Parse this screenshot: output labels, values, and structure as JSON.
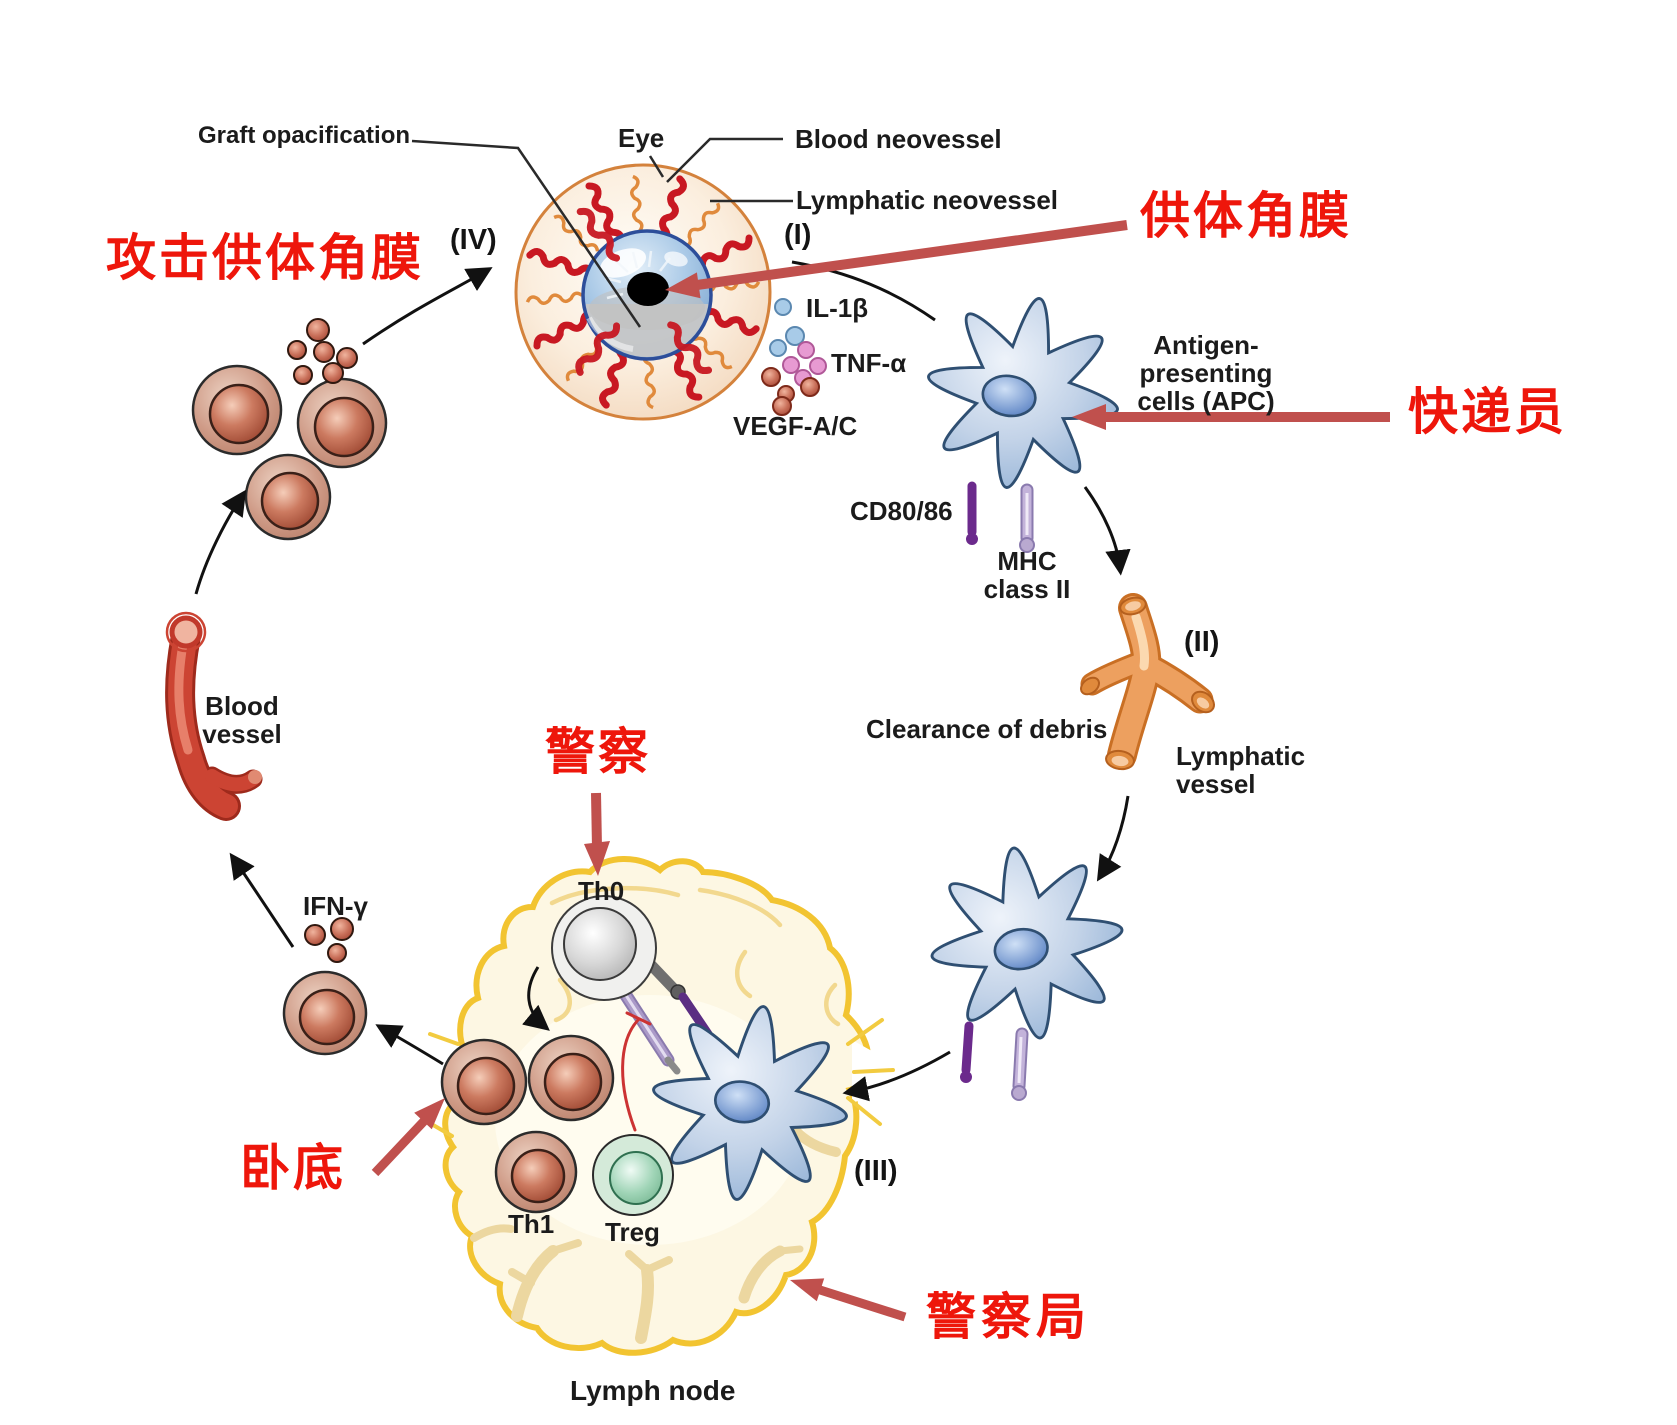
{
  "figure": {
    "type": "immunology corneal graft rejection cycle diagram with Chinese teaching annotations"
  },
  "colors": {
    "chinese_annotation_red": "#ee160b",
    "annotation_arrow_red": "#c0504d",
    "label_black": "#1b1b1b",
    "blood_vessel_red": "#c1392b",
    "blood_neovessel_red": "#c81822",
    "lymphatic_orange": "#e89a52",
    "lymph_node_yellow": "#f2c431",
    "lymph_node_fill": "#fdf7e3",
    "apc_blue": "#a9c4e0",
    "th1_brown": "#b97f69",
    "treg_green": "#9fd4b6",
    "th0_grey": "#d8d8d8",
    "cd80_purple": "#6b2a8c",
    "mhc_lavender": "#c3b3da"
  },
  "eye": {
    "graft_opacification": "Graft opacification",
    "eye": "Eye",
    "blood_neovessel": "Blood neovessel",
    "lymphatic_neovessel": "Lymphatic neovessel"
  },
  "stages": {
    "i": "(I)",
    "ii": "(II)",
    "iii": "(III)",
    "iv": "(IV)"
  },
  "cytokines": {
    "il1b": "IL-1β",
    "tnfa": "TNF-α",
    "vegf": "VEGF-A/C",
    "ifng": "IFN-γ"
  },
  "cells": {
    "apc_line1": "Antigen-presenting",
    "apc_line2": "cells (APC)",
    "cd80": "CD80/86",
    "mhc_line1": "MHC",
    "mhc_line2": "class II",
    "th0": "Th0",
    "th1": "Th1",
    "treg": "Treg"
  },
  "structures": {
    "clearance": "Clearance of debris",
    "lymphatic_line1": "Lymphatic",
    "lymphatic_line2": "vessel",
    "blood_line1": "Blood",
    "blood_line2": "vessel",
    "lymph_node": "Lymph node"
  },
  "annotations_cn": {
    "attack_donor_cornea": "攻击供体角膜",
    "donor_cornea": "供体角膜",
    "courier": "快递员",
    "police": "警察",
    "undercover": "卧底",
    "police_station": "警察局"
  }
}
